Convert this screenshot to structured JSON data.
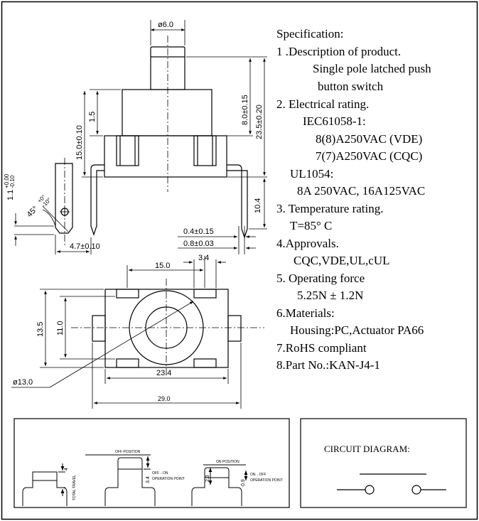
{
  "specification": {
    "lines": [
      "Specification:",
      "1 .Description of product.",
      "Single pole latched push",
      "button switch",
      "2. Electrical rating.",
      "IEC61058-1:",
      "8(8)A250VAC  (VDE)",
      "7(7)A250VAC  (CQC)",
      "UL1054:",
      "8A 250VAC, 16A125VAC",
      "3. Temperature rating.",
      "T=85° C",
      "4.Approvals.",
      "CQC,VDE,UL,cUL",
      "5. Operating force",
      "5.25N ± 1.2N",
      "6.Materials:",
      "Housing:PC,Actuator PA66",
      "7.RoHS compliant",
      "8.Part No.:KAN-J4-1"
    ]
  },
  "dimensions": {
    "d_actuator": "ø6.0",
    "h_1_5": "1.5",
    "h_15": "15.0±0.10",
    "h_8": "8.0±0.15",
    "h_23_5": "23.5±0.20",
    "h_10_4": "10.4",
    "tol_1_1": "1.1",
    "tol_1_1_plus": "+0.00",
    "tol_1_1_minus": "-0.10",
    "angle": "45°",
    "angle_plus": "+0°",
    "angle_minus": "-10°",
    "w_4_7": "4.7±0.10",
    "t_0_4": "0.4±0.15",
    "t_0_8": "0.8±0.03",
    "w_15": "15.0",
    "w_3_4": "3.4",
    "h_13_5": "13.5",
    "h_11": "11.0",
    "w_23_4": "23.4",
    "w_29": "29.0",
    "d_13": "ø13.0"
  },
  "operation": {
    "total_travel": "TOTAL TRAVEL",
    "travel_value": "4",
    "off_position": "OFF POSITION",
    "off_to_on": "OFF→ON",
    "operation_point": "OPERATION POINT",
    "value_3_4": "3.4",
    "value_2_3": "2.3",
    "on_position": "ON POSITION",
    "on_to_off": "ON→OFF",
    "value_0_9": "0.9"
  },
  "circuit": {
    "title": "CIRCUIT DIAGRAM:"
  }
}
